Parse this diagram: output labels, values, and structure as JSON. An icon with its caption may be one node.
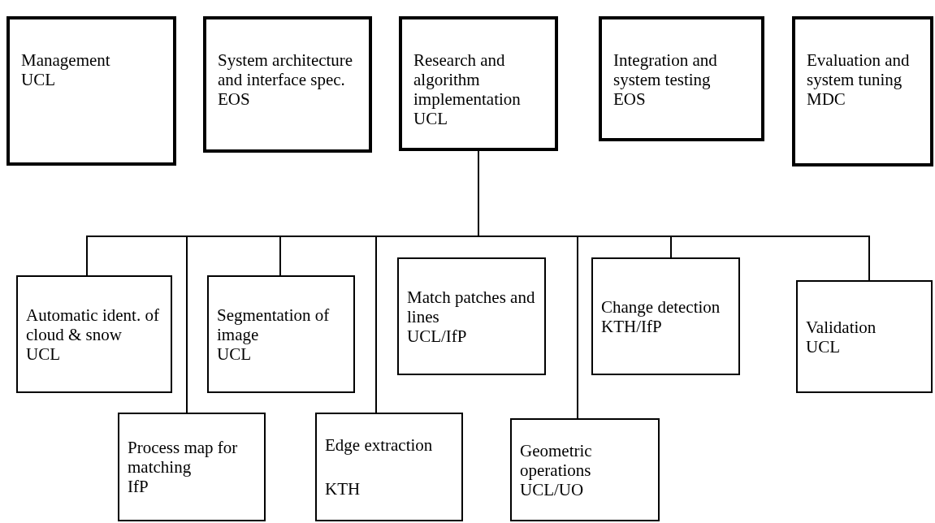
{
  "diagram": {
    "nodes": [
      {
        "text": [
          "Management",
          "UCL"
        ]
      },
      {
        "text": [
          "System architecture and interface spec.",
          "EOS"
        ]
      },
      {
        "text": [
          "Research and algorithm implementation",
          "UCL"
        ]
      },
      {
        "text": [
          "Integration and system testing",
          "EOS"
        ]
      },
      {
        "text": [
          "Evaluation and system tuning",
          "MDC"
        ]
      },
      {
        "text": [
          "Automatic ident. of cloud & snow",
          "UCL"
        ]
      },
      {
        "text": [
          "Process map for matching",
          "IfP"
        ]
      },
      {
        "text": [
          "Segmentation of image",
          "UCL"
        ]
      },
      {
        "text": [
          "Edge extraction",
          "KTH"
        ]
      },
      {
        "text": [
          "Match patches and lines",
          "UCL/IfP"
        ]
      },
      {
        "text": [
          "Geometric operations",
          "UCL/UO"
        ]
      },
      {
        "text": [
          "Change detection",
          "KTH/IfP"
        ]
      },
      {
        "text": [
          "Validation",
          "UCL"
        ]
      }
    ],
    "edges": [
      {
        "from": 2,
        "to": 5,
        "arrow": "none"
      },
      {
        "from": 2,
        "to": 6,
        "arrow": "none"
      },
      {
        "from": 2,
        "to": 7,
        "arrow": "none"
      },
      {
        "from": 2,
        "to": 8,
        "arrow": "none"
      },
      {
        "from": 2,
        "to": 10,
        "arrow": "none"
      },
      {
        "from": 2,
        "to": 11,
        "arrow": "none"
      },
      {
        "from": 2,
        "to": 12,
        "arrow": "none"
      }
    ]
  }
}
